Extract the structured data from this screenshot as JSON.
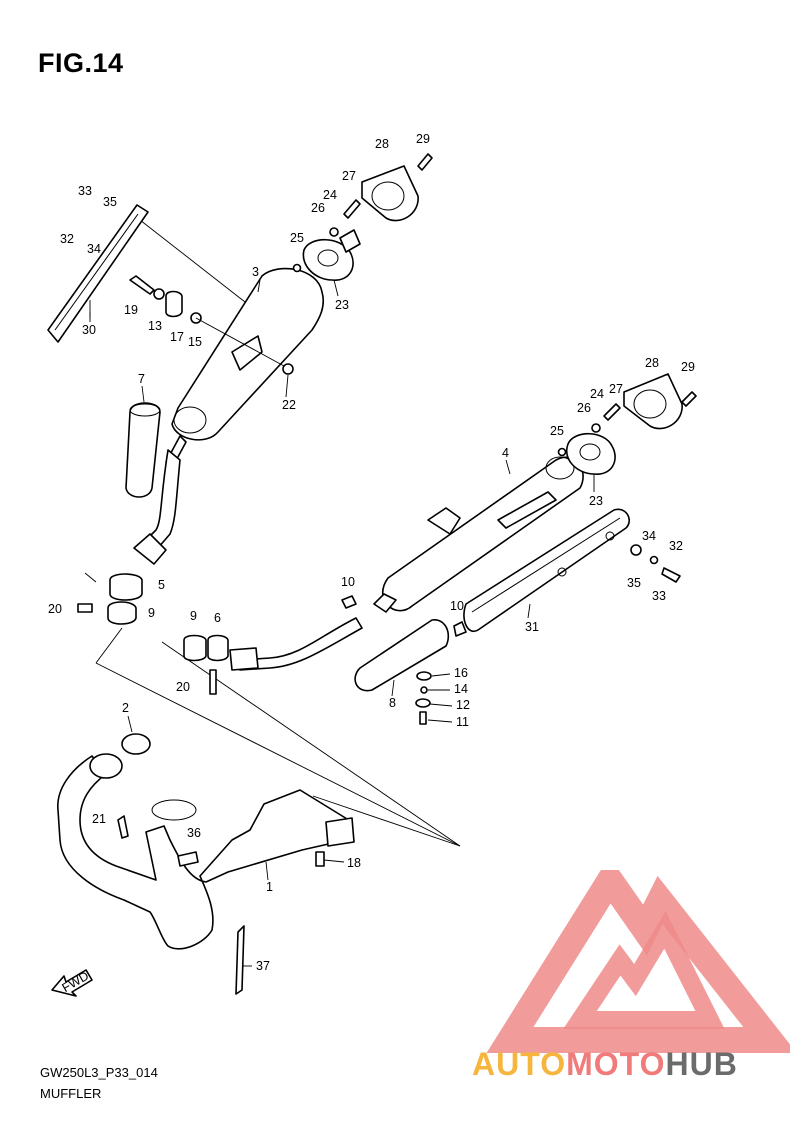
{
  "figure": {
    "title": "FIG.14",
    "code": "GW250L3_P33_014",
    "section": "MUFFLER",
    "fwd_label": "FWD"
  },
  "callouts": {
    "c1": "1",
    "c2": "2",
    "c3": "3",
    "c4": "4",
    "c5": "5",
    "c6": "6",
    "c7": "7",
    "c8": "8",
    "c9a": "9",
    "c9b": "9",
    "c10a": "10",
    "c10b": "10",
    "c11": "11",
    "c12": "12",
    "c13": "13",
    "c14": "14",
    "c15": "15",
    "c16": "16",
    "c17": "17",
    "c18": "18",
    "c19": "19",
    "c20a": "20",
    "c20b": "20",
    "c21": "21",
    "c22": "22",
    "c23a": "23",
    "c23b": "23",
    "c24a": "24",
    "c24b": "24",
    "c25a": "25",
    "c25b": "25",
    "c26a": "26",
    "c26b": "26",
    "c27a": "27",
    "c27b": "27",
    "c28a": "28",
    "c28b": "28",
    "c29a": "29",
    "c29b": "29",
    "c30": "30",
    "c31": "31",
    "c32a": "32",
    "c32b": "32",
    "c33a": "33",
    "c33b": "33",
    "c34a": "34",
    "c34b": "34",
    "c35a": "35",
    "c35b": "35",
    "c36": "36",
    "c37": "37"
  },
  "watermark": {
    "part1": "AUTO",
    "part2": "MOTO",
    "part3": "HUB",
    "color1": "#f6b53c",
    "color2": "#ef7b7b",
    "color3": "#6b6b6b",
    "logo_color": "#ef8a8a"
  }
}
